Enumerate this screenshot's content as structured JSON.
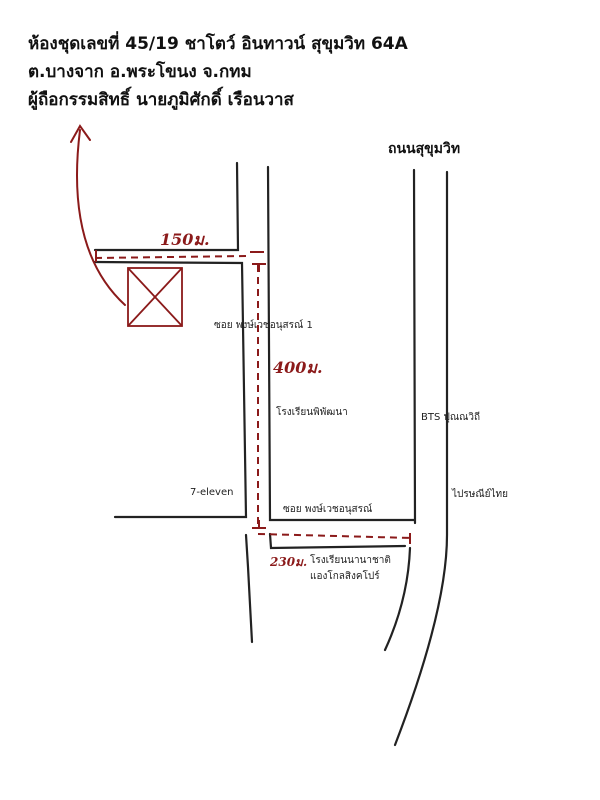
{
  "header": {
    "line1": "ห้องชุดเลขที่ 45/19 ชาโตว์ อินทาวน์ สุขุมวิท 64A",
    "line2": "ต.บางจาก อ.พระโขนง จ.กทม",
    "line3": "ผู้ถือกรรมสิทธิ์ นายภูมิศักดิ์ เรือนวาส"
  },
  "roads": {
    "main_road": "ถนนสุขุมวิท",
    "soi_1": "ซอย พงษ์เวชอนุสรณ์ 1",
    "soi_main": "ซอย พงษ์เวชอนุสรณ์"
  },
  "landmarks": {
    "school_1": "โรงเรียนพิพัฒนา",
    "seven_eleven": "7-eleven",
    "bts": "BTS ปุณณวิถี",
    "post_office": "ไปรษณีย์ไทย",
    "school_2_line1": "โรงเรียนนานาชาติ",
    "school_2_line2": "แองโกลสิงคโปร์"
  },
  "distances": {
    "d1": "150ม.",
    "d2": "400ม.",
    "d3": "230ม."
  },
  "colors": {
    "ink": "#222222",
    "route": "#8b1a1a"
  }
}
